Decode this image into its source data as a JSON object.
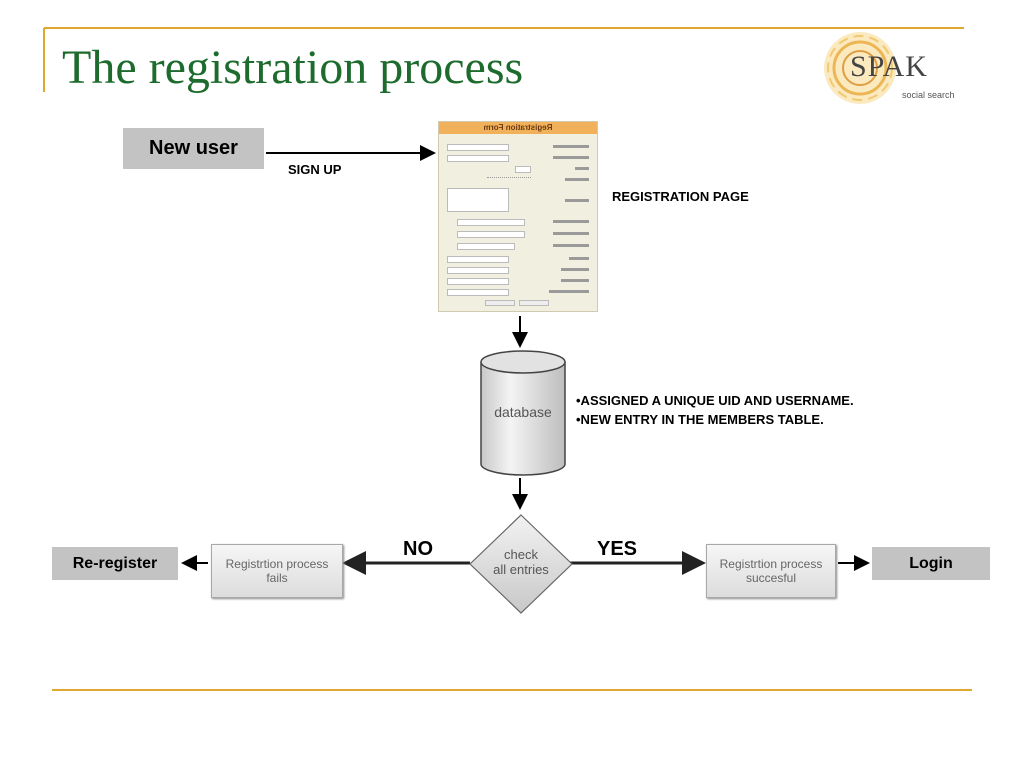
{
  "slide": {
    "title": "The registration process"
  },
  "logo": {
    "text": "SPAK",
    "subtitle": "social search"
  },
  "diagram": {
    "new_user": "New user",
    "sign_up": "SIGN UP",
    "registration_page": "REGISTRATION PAGE",
    "form_header": "Registration Form",
    "database": "database",
    "notes": [
      "•ASSIGNED A UNIQUE UID AND USERNAME.",
      "•NEW ENTRY IN THE MEMBERS TABLE."
    ],
    "decision": [
      "check",
      "all entries"
    ],
    "no": "NO",
    "yes": "YES",
    "fail_box": [
      "Registrtion process",
      "fails"
    ],
    "success_box": [
      "Registrtion process",
      "succesful"
    ],
    "re_register": "Re-register",
    "login": "Login"
  },
  "colors": {
    "accent_line": "#e0a830",
    "title_green": "#1e6b2e",
    "gray_box": "#c3c3c3"
  }
}
